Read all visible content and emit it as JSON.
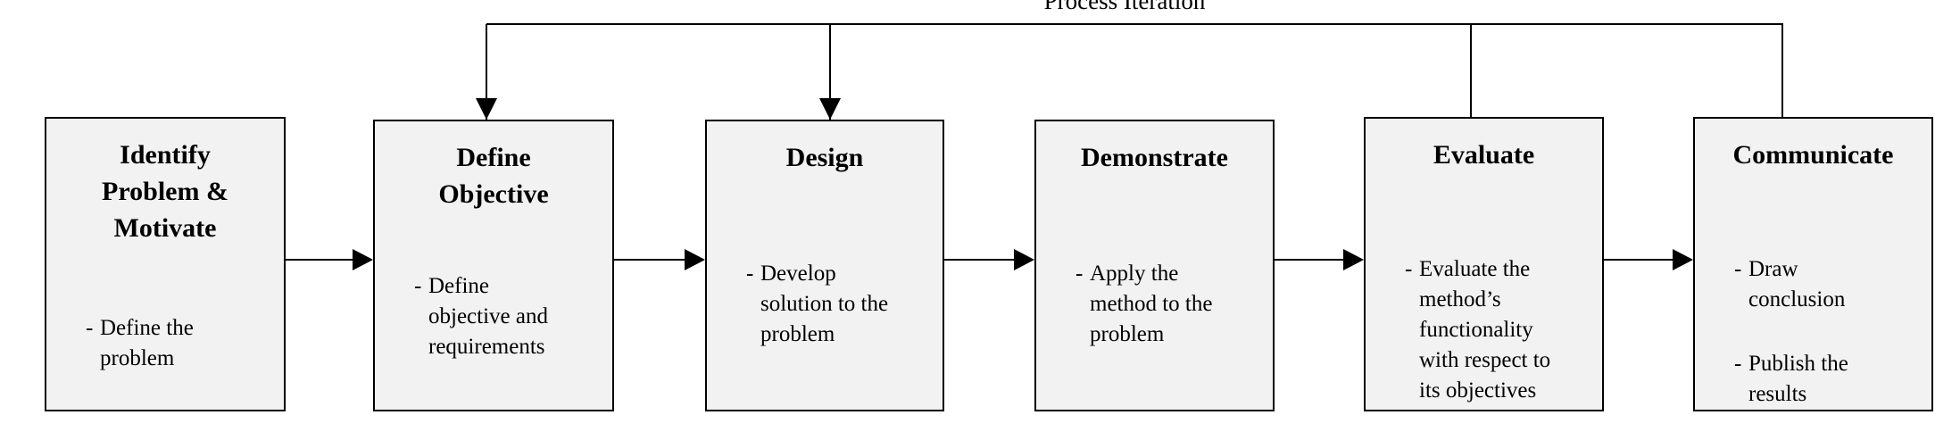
{
  "iteration_label": "Process Iteration",
  "steps": [
    {
      "title": "Identify\nProblem &\nMotivate",
      "bullets": [
        "Define the\nproblem"
      ]
    },
    {
      "title": "Define\nObjective",
      "bullets": [
        "Define\nobjective and\nrequirements"
      ]
    },
    {
      "title": "Design",
      "bullets": [
        "Develop\nsolution to the\nproblem"
      ]
    },
    {
      "title": "Demonstrate",
      "bullets": [
        "Apply the\nmethod to the\nproblem"
      ]
    },
    {
      "title": "Evaluate",
      "bullets": [
        "Evaluate the\nmethod’s\nfunctionality\nwith respect to\nits objectives"
      ]
    },
    {
      "title": "Communicate",
      "bullets": [
        "Draw\nconclusion",
        "Publish the\nresults"
      ]
    }
  ]
}
